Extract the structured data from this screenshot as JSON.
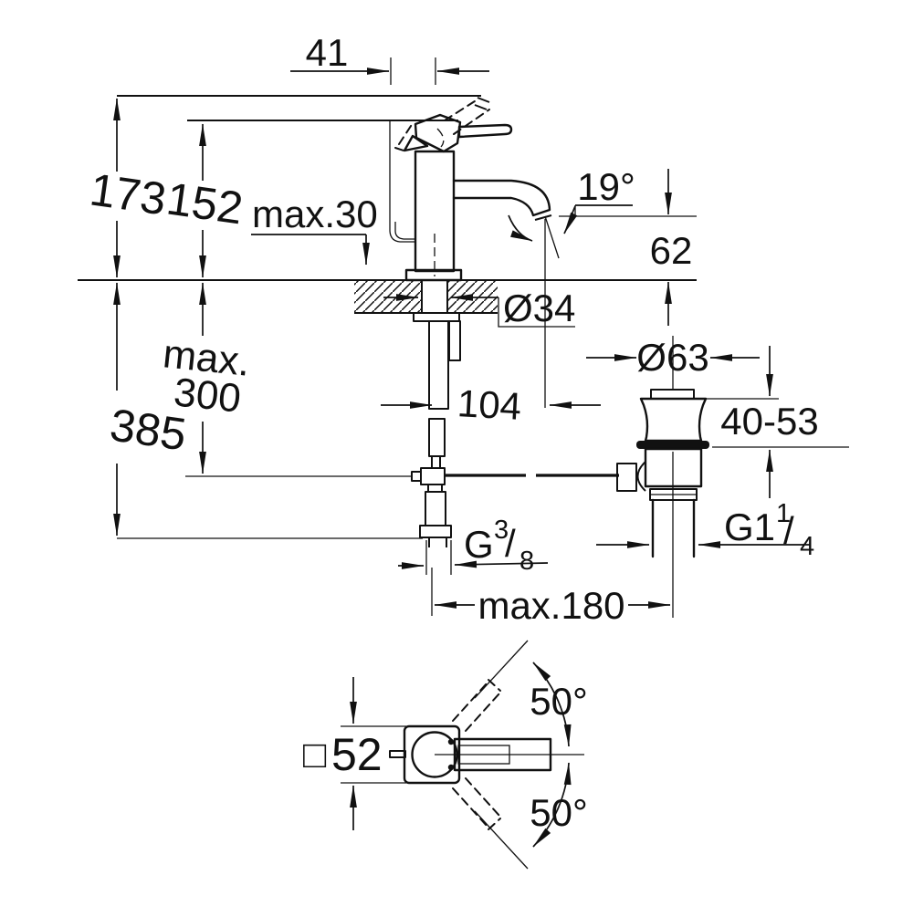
{
  "document": {
    "kind": "faucet installation dimension drawing",
    "background": "#ffffff",
    "line_color": "#111111"
  },
  "side_view": {
    "handle_offset": "41",
    "height_open": "173",
    "height_closed": "152",
    "counter_thickness": "max.30",
    "spout_angle": "19°",
    "spout_height": "62",
    "hole_diameter": "Ø34",
    "hose_max_word": "max.",
    "hose_max_value": "300",
    "total_depth": "385",
    "spout_reach": "104"
  },
  "drain_valve": {
    "flange_diameter": "Ø63",
    "deck_thickness_range": "40-53",
    "thread": {
      "base": "G1",
      "sup": "1",
      "slash": "/",
      "sub": "4"
    }
  },
  "supply": {
    "thread": {
      "base": "G",
      "sup": "3",
      "slash": "/",
      "sub": "8"
    },
    "drain_distance": "max.180"
  },
  "top_view": {
    "body_square": {
      "symbol": "□",
      "value": "52"
    },
    "swing_up": "50°",
    "swing_down": "50°"
  }
}
